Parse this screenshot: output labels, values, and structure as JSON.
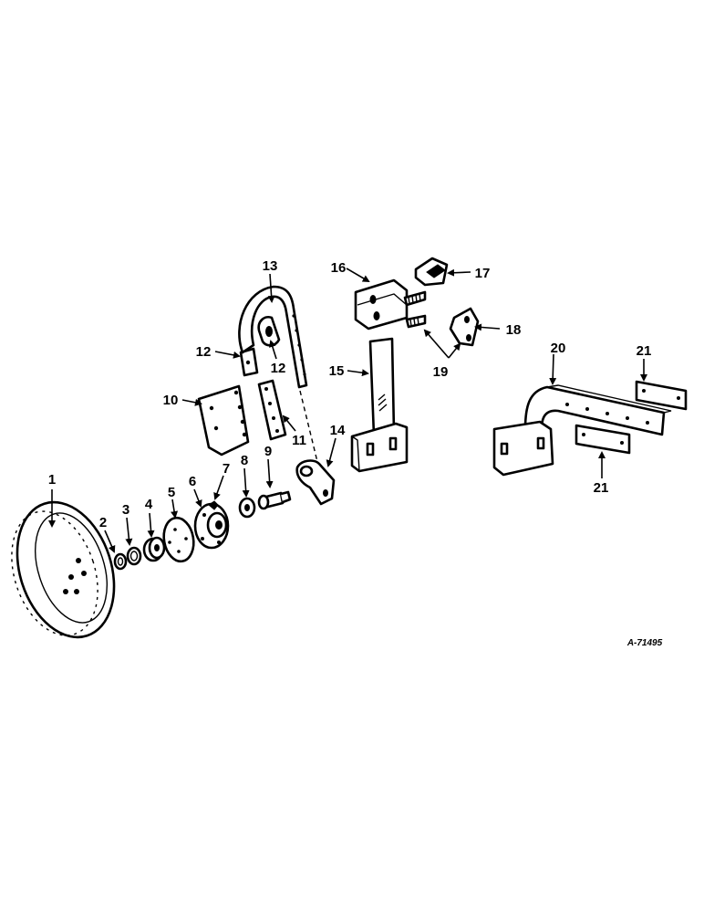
{
  "drawing_ref": "A-71495",
  "callouts": [
    {
      "id": "c1",
      "text": "1"
    },
    {
      "id": "c2",
      "text": "2"
    },
    {
      "id": "c3",
      "text": "3"
    },
    {
      "id": "c4",
      "text": "4"
    },
    {
      "id": "c5",
      "text": "5"
    },
    {
      "id": "c6",
      "text": "6"
    },
    {
      "id": "c7",
      "text": "7"
    },
    {
      "id": "c8",
      "text": "8"
    },
    {
      "id": "c9",
      "text": "9"
    },
    {
      "id": "c10",
      "text": "10"
    },
    {
      "id": "c11",
      "text": "11"
    },
    {
      "id": "c12a",
      "text": "12"
    },
    {
      "id": "c12b",
      "text": "12"
    },
    {
      "id": "c13",
      "text": "13"
    },
    {
      "id": "c14",
      "text": "14"
    },
    {
      "id": "c15",
      "text": "15"
    },
    {
      "id": "c16",
      "text": "16"
    },
    {
      "id": "c17",
      "text": "17"
    },
    {
      "id": "c18",
      "text": "18"
    },
    {
      "id": "c19",
      "text": "19"
    },
    {
      "id": "c20",
      "text": "20"
    },
    {
      "id": "c21a",
      "text": "21"
    },
    {
      "id": "c21b",
      "text": "21"
    }
  ]
}
